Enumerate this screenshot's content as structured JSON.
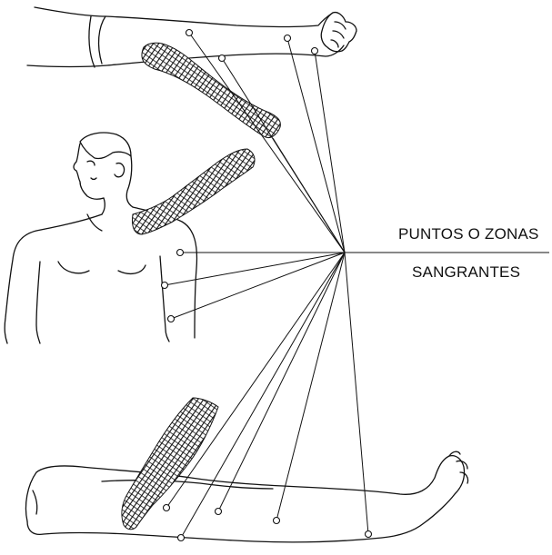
{
  "label": {
    "line1": "PUNTOS O ZONAS",
    "line2": "SANGRANTES"
  },
  "figures": {
    "arm": "arm-figure",
    "torso": "torso-figure",
    "leg": "leg-figure"
  },
  "colors": {
    "ink": "#111111",
    "background": "#ffffff"
  }
}
